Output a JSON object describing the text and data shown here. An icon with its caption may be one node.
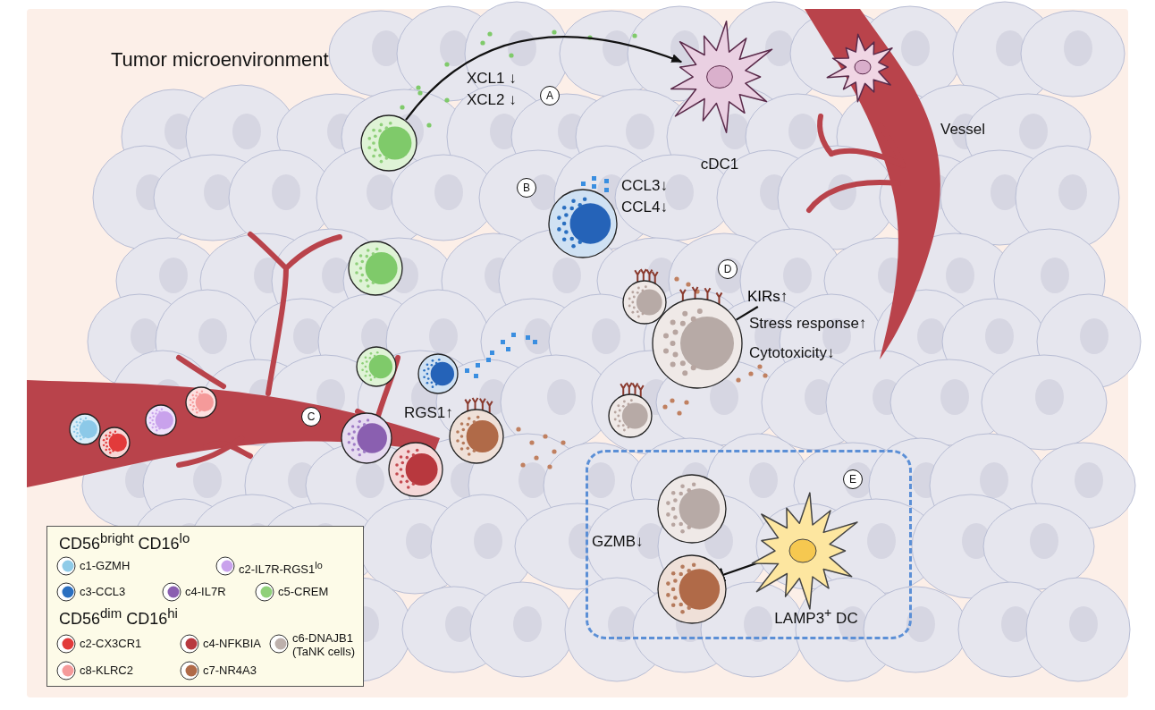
{
  "diagram": {
    "title": "Tumor microenvironment",
    "nodes": [
      {
        "text": [],
        "shape": "circle"
      },
      {
        "text": [
          "cDC1"
        ]
      },
      {
        "text": [],
        "shape": "circle"
      },
      {
        "text": [
          "KIRs↑"
        ]
      },
      {
        "text": [],
        "shape": "box"
      },
      {
        "text": [],
        "shape": "circle",
        "in": 4
      },
      {
        "text": [],
        "shape": "circle",
        "in": 4
      },
      {
        "text": [
          "LAMP3$^{+}$ DC"
        ],
        "in": 4
      }
    ],
    "edges": [
      {
        "from": 0,
        "to": 1,
        "arrow": "to"
      },
      {
        "from": 3,
        "to": 2,
        "arrow": "none"
      },
      {
        "from": 7,
        "to": 6,
        "arrow": "other"
      }
    ],
    "labels": [
      "XCL1 ↓",
      "XCL2 ↓",
      "A",
      "B",
      "CCL3↓",
      "CCL4↓",
      "Vessel",
      "D",
      "Stress response↑",
      "Cytotoxicity↓",
      "C",
      "RGS1↑",
      "E",
      "GZMB↓",
      "CD56$^{bright}$ CD16$^{lo}$",
      "CD56$^{dim}$ CD16$^{hi}$"
    ],
    "legend": [
      {
        "text": "c1-GZMH",
        "color": "#8fcbe8"
      },
      {
        "text": "c2-IL7R-RGS1$^{lo}$",
        "color": "#c9a2ec"
      },
      {
        "text": "c3-CCL3",
        "color": "#2a6fc0"
      },
      {
        "text": "c4-IL7R",
        "color": "#8a5fb0"
      },
      {
        "text": "c5-CREM",
        "color": "#8fd07a"
      },
      {
        "text": "c2-CX3CR1",
        "color": "#e23a3a"
      },
      {
        "text": "c4-NFKBIA",
        "color": "#b8383e"
      },
      {
        "text": "c6-DNAJB1 (TaNK cells)",
        "color": "#bdb0ac"
      },
      {
        "text": "c8-KLRC2",
        "color": "#f59a9a"
      },
      {
        "text": "c7-NR4A3",
        "color": "#b06a48"
      }
    ]
  }
}
